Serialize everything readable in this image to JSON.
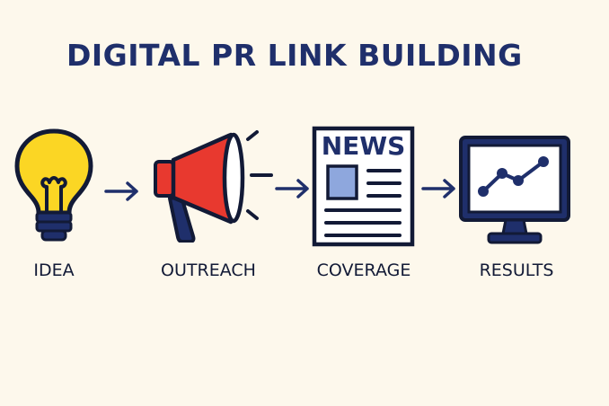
{
  "title": "DIGITAL PR LINK BUILDING",
  "steps": [
    {
      "label": "IDEA",
      "icon": "lightbulb-icon"
    },
    {
      "label": "OUTREACH",
      "icon": "megaphone-icon"
    },
    {
      "label": "COVERAGE",
      "icon": "newspaper-icon"
    },
    {
      "label": "RESULTS",
      "icon": "monitor-chart-icon"
    }
  ],
  "newspaper": {
    "masthead": "NEWS"
  },
  "colors": {
    "background": "#fdf8ec",
    "navy": "#1f2f6b",
    "outline": "#121a36",
    "bulb_yellow": "#fbd624",
    "megaphone_red": "#e8392f",
    "photo_blue": "#8ea7dd"
  }
}
